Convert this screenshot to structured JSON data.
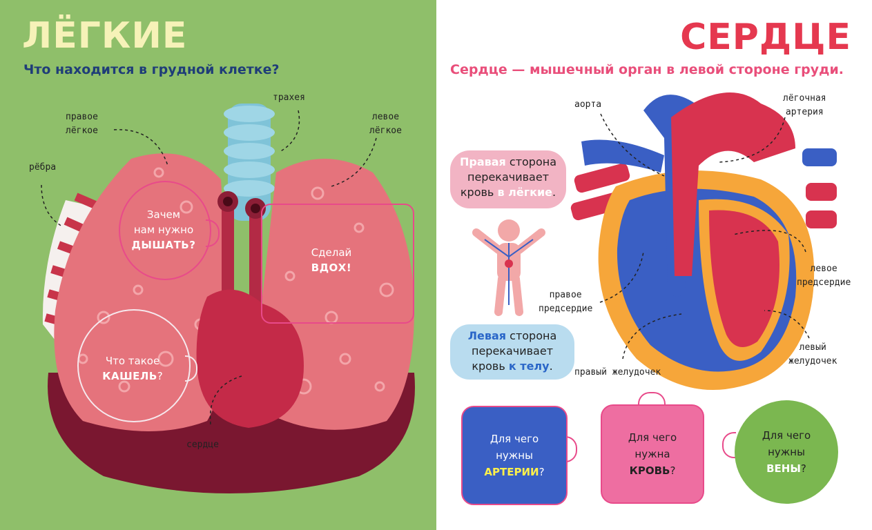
{
  "left_page": {
    "title": "ЛЁГКИЕ",
    "subtitle": "Что находится в грудной клетке?",
    "labels": {
      "right_lung": [
        "правое",
        "лёгкое"
      ],
      "trachea": "трахея",
      "left_lung": [
        "левое",
        "лёгкое"
      ],
      "ribs": "рёбра",
      "heart": "сердце"
    },
    "questions": {
      "breathe": {
        "line1": "Зачем",
        "line2": "нам нужно",
        "strong": "ДЫШАТЬ?"
      },
      "inhale": {
        "line1": "Сделай",
        "strong": "ВДОХ!"
      },
      "cough": {
        "line1": "Что такое",
        "strong": "КАШЕЛЬ",
        "tail": "?"
      }
    }
  },
  "right_page": {
    "title": "СЕРДЦЕ",
    "subtitle": "Сердце — мышечный орган в левой стороне груди.",
    "labels": {
      "aorta": "аорта",
      "pulmonary_artery": [
        "лёгочная",
        "артерия"
      ],
      "right_atrium": [
        "правое",
        "предсердие"
      ],
      "left_atrium": [
        "левое",
        "предсердие"
      ],
      "right_ventricle": "правый желудочек",
      "left_ventricle": [
        "левый",
        "желудочек"
      ]
    },
    "bubble_right": {
      "strong1": "Правая",
      "t1": " сторона",
      "line2": "перекачивает",
      "t3": "кровь ",
      "strong2": "в лёгкие",
      "end": "."
    },
    "bubble_left": {
      "strong1": "Левая",
      "t1": " сторона",
      "line2": "перекачивает",
      "t3": "кровь ",
      "strong2": "к телу",
      "end": "."
    },
    "cards": {
      "arteries": {
        "line1": "Для чего",
        "line2": "нужны",
        "strong": "АРТЕРИИ",
        "tail": "?"
      },
      "blood": {
        "line1": "Для чего",
        "line2": "нужна",
        "strong": "КРОВЬ",
        "tail": "?"
      },
      "veins": {
        "line1": "Для чего",
        "line2": "нужны",
        "strong": "ВЕНЫ",
        "tail": "?"
      }
    }
  },
  "colors": {
    "left_bg": "#8fbf6a",
    "lung": "#e5737c",
    "heart_red": "#d8334f",
    "vein_blue": "#3a5fc4",
    "accent_pink": "#e84a8a",
    "title_red": "#e5384f",
    "subtitle_blue": "#1f3d78"
  }
}
